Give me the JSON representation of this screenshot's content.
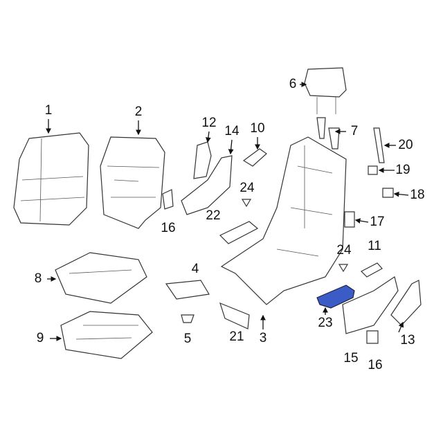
{
  "diagram": {
    "highlight_color": "#3b5cc6",
    "callouts": [
      "1",
      "2",
      "12",
      "14",
      "10",
      "6",
      "7",
      "20",
      "19",
      "18",
      "24",
      "22",
      "16",
      "17",
      "11",
      "24",
      "8",
      "4",
      "5",
      "21",
      "3",
      "23",
      "15",
      "13",
      "16",
      "9"
    ]
  }
}
